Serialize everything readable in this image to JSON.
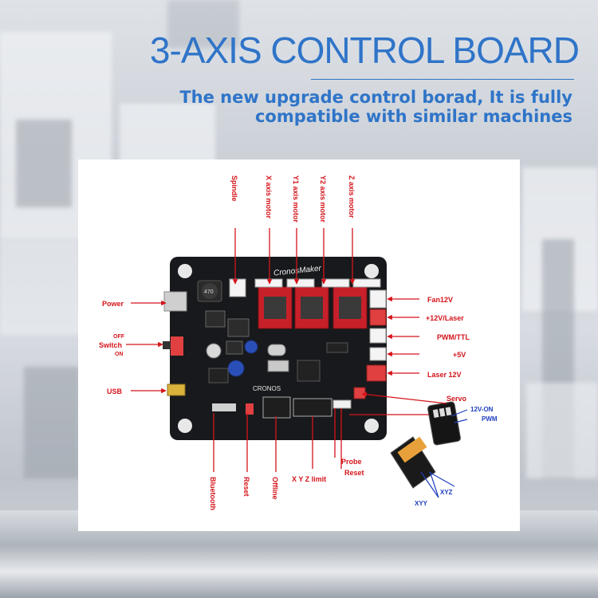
{
  "header": {
    "title": "3-AXIS CONTROL BOARD",
    "subtitle_line1": "The new upgrade control borad, It is fully",
    "subtitle_line2": "compatible with similar machines"
  },
  "board": {
    "brand": "CronosMaker",
    "chip_brand": "CRONOS",
    "inductor_marking": "470"
  },
  "labels": {
    "spindle": "Spindle",
    "x_motor": "X axis motor",
    "y1_motor": "Y1 axis motor",
    "y2_motor": "Y2 axis motor",
    "z_motor": "Z axis motor",
    "power": "Power",
    "switch_off": "OFF",
    "switch": "Switch",
    "switch_on": "ON",
    "usb": "USB",
    "fan12v": "Fan12V",
    "laser12v_conn": "+12V/Laser",
    "pwm_ttl": "PWM/TTL",
    "plus5v": "+5V",
    "laser12v": "Laser 12V",
    "servo": "Servo",
    "servo_12von": "12V-ON",
    "servo_pwm": "PWM",
    "bluetooth": "Bluetooth",
    "reset_bottom": "Reset",
    "offline": "Offline",
    "xyz_limit": "X Y Z limit",
    "probe": "Probe",
    "reset_right": "Reset",
    "xyy": "XYY",
    "xyz": "XYZ"
  },
  "colors": {
    "title_blue": "#2f74c8",
    "label_red": "#d4141a",
    "pcb_black": "#17191c",
    "driver_red": "#c8202a",
    "callout_blue": "#1f3fbf"
  }
}
